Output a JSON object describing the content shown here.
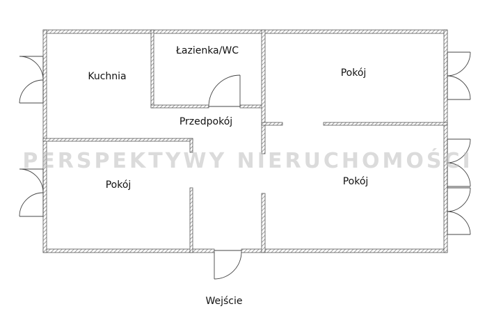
{
  "rooms": {
    "kitchen": "Kuchnia",
    "bathroom": "Łazienka/WC",
    "room_top_right": "Pokój",
    "hallway": "Przedpokój",
    "room_left": "Pokój",
    "room_bottom_right": "Pokój",
    "entrance": "Wejście"
  },
  "watermark": "PERSPEKTYWY NIERUCHOMOŚCI",
  "colors": {
    "wall": "#8a8a8a",
    "line": "#333333",
    "watermark": "#bebebe"
  }
}
